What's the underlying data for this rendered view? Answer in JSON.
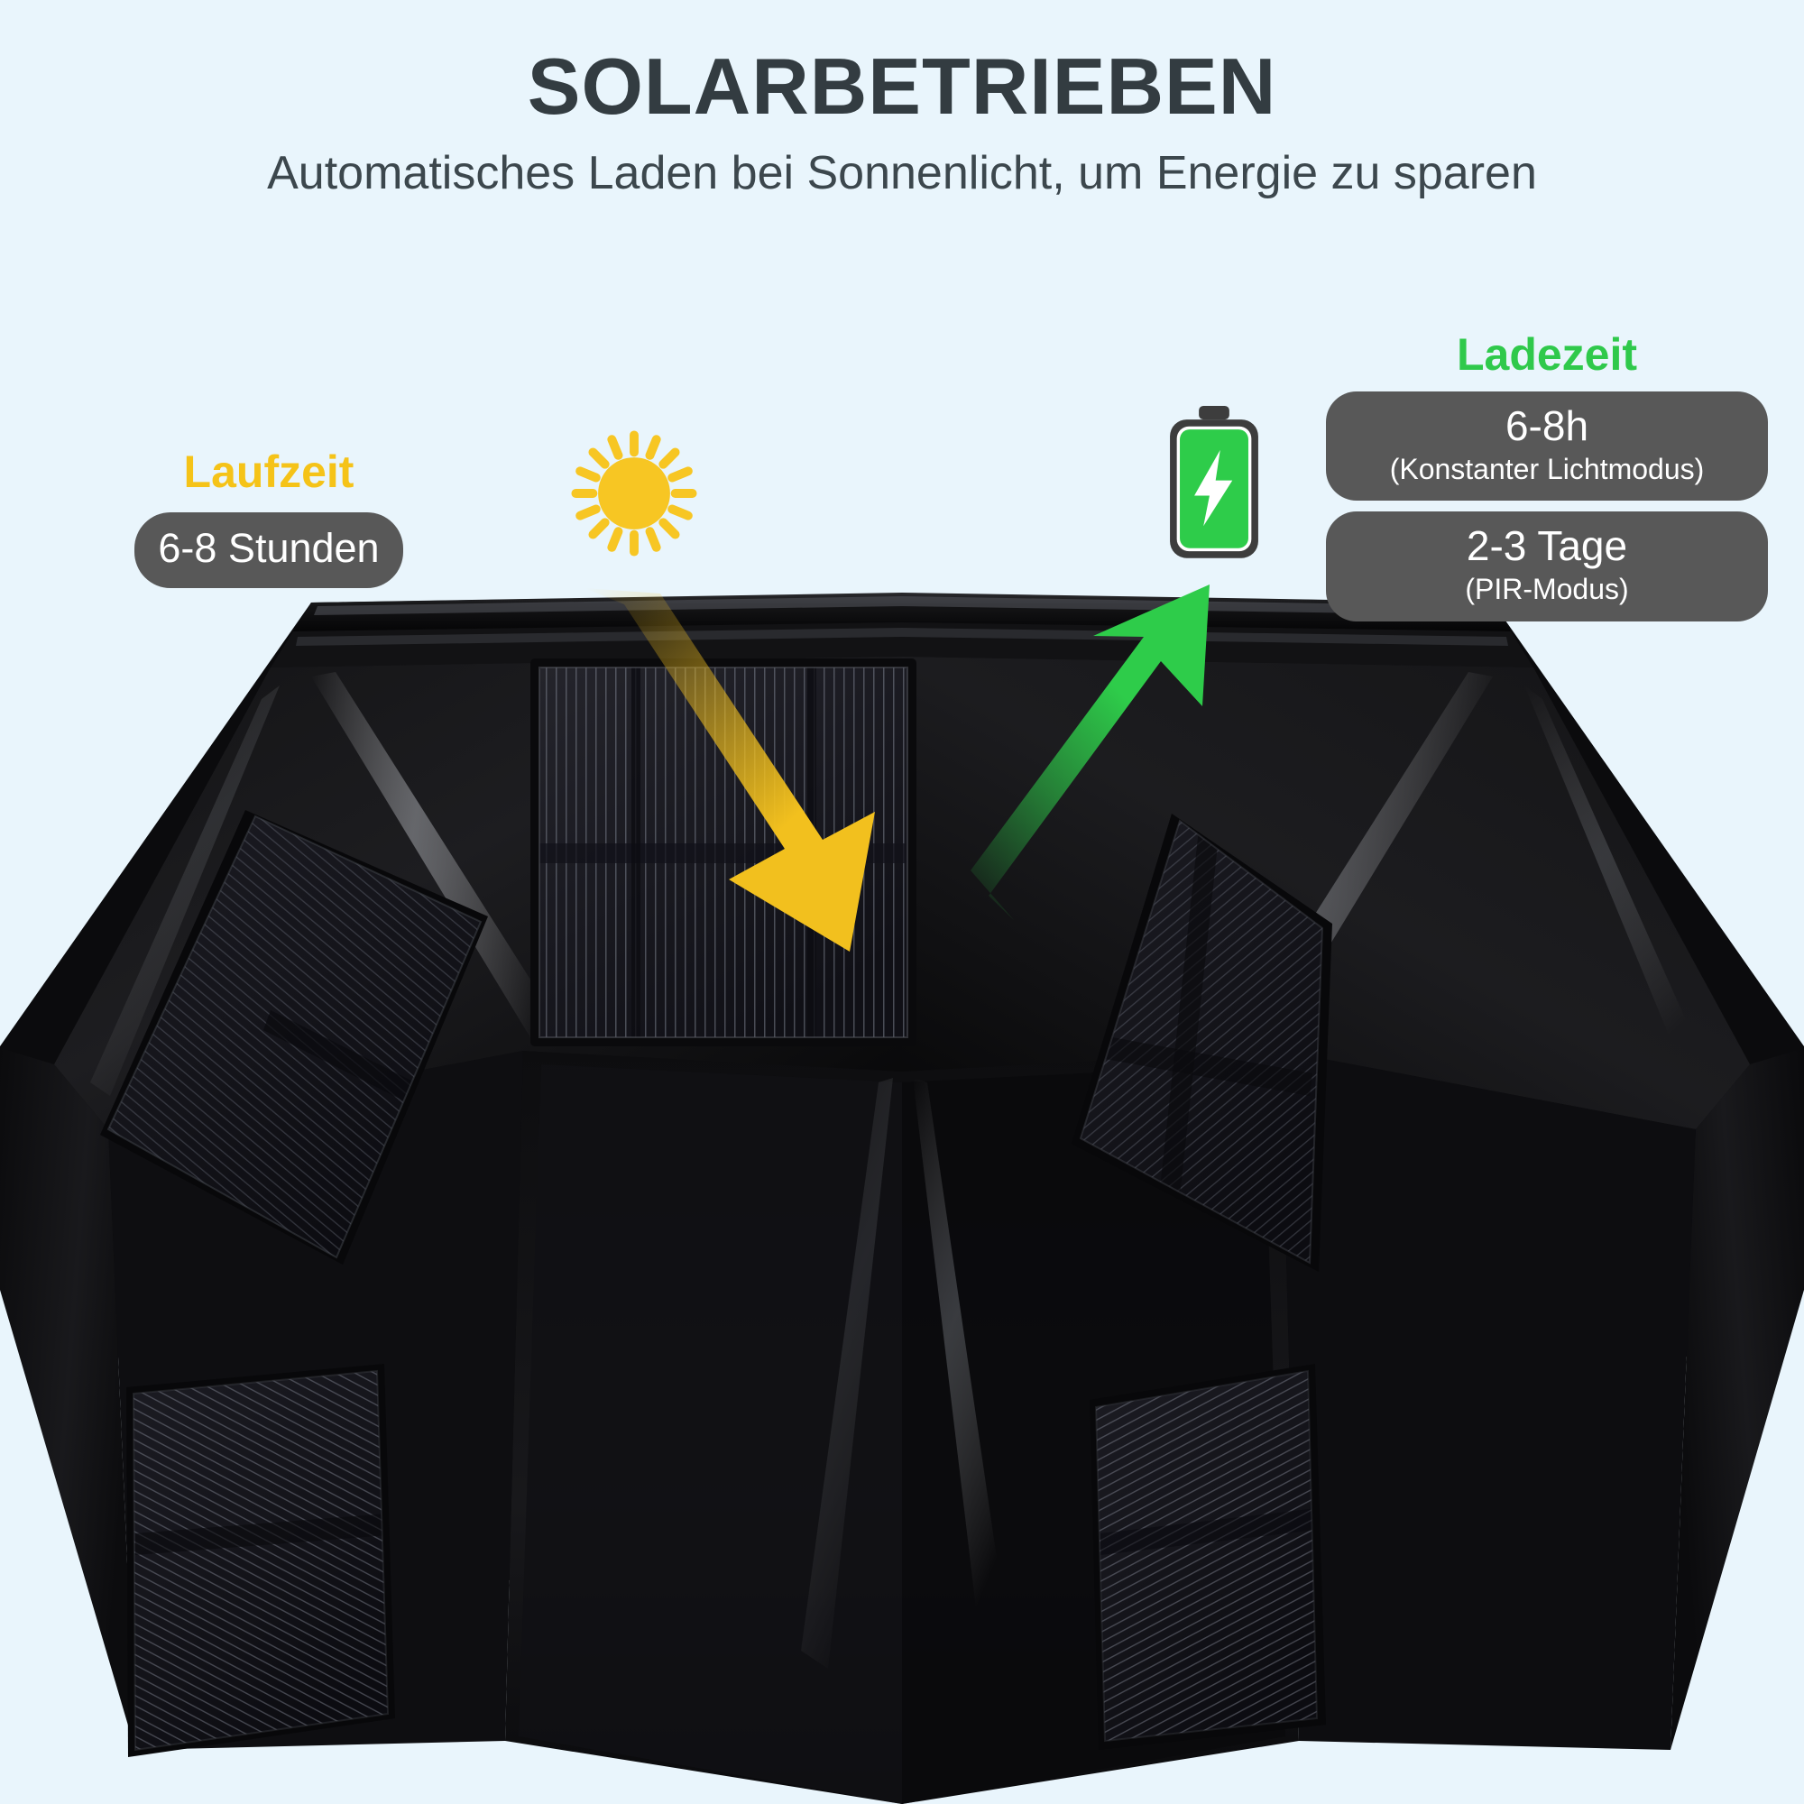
{
  "header": {
    "title": "SOLARBETRIEBEN",
    "subtitle": "Automatisches Laden bei Sonnenlicht, um Energie zu sparen"
  },
  "colors": {
    "background": "#e9f5fc",
    "title_text": "#333c41",
    "subtitle_text": "#3c474d",
    "runtime_accent": "#f5c318",
    "charge_accent": "#2fc94b",
    "pill_background": "#585858",
    "pill_text": "#ffffff",
    "sun_yellow": "#f7c623",
    "battery_green": "#2ecc4a",
    "battery_outline": "#3d3d3d",
    "arrow_yellow": "#f2c01e",
    "arrow_green": "#2ecc4a",
    "product_black": "#0e0e10"
  },
  "callouts": {
    "runtime": {
      "label": "Laufzeit",
      "pill": "6-8 Stunden"
    },
    "charging": {
      "label": "Ladezeit",
      "pills": [
        {
          "main": "6-8h",
          "sub": "(Konstanter Lichtmodus)"
        },
        {
          "main": "2-3 Tage",
          "sub": "(PIR-Modus)"
        }
      ]
    }
  },
  "icons": {
    "sun": "sun-icon",
    "battery": "battery-charging-icon",
    "incoming_arrow": "arrow-down-right-icon",
    "outgoing_arrow": "arrow-up-right-icon"
  },
  "product": {
    "name": "solar-garden-lamp",
    "description": "Schwarze facettierte Solarleuchte mit Solarpanelen"
  }
}
